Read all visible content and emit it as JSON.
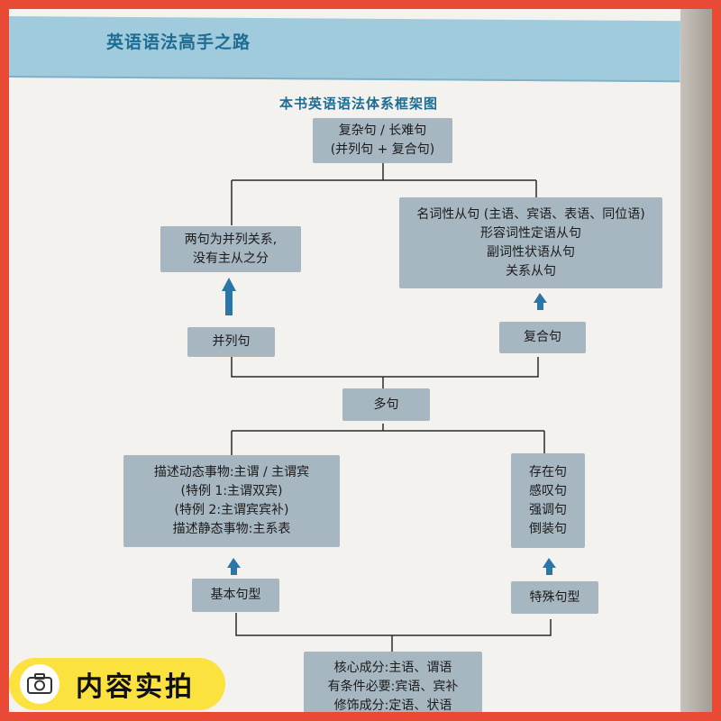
{
  "header": {
    "title": "英语语法高手之路"
  },
  "diagram": {
    "title": "本书英语语法体系框架图",
    "top": [
      "复杂句 / 长难句",
      "(并列句 + 复合句)"
    ],
    "parallel_result": [
      "两句为并列关系,",
      "没有主从之分"
    ],
    "clauses": [
      "名词性从句 (主语、宾语、表语、同位语)",
      "形容词性定语从句",
      "副词性状语从句",
      "关系从句"
    ],
    "parallel": "并列句",
    "compound": "复合句",
    "multi": "多句",
    "basic_content": [
      "描述动态事物:主谓 / 主谓宾",
      "(特例 1:主谓双宾)",
      "(特例 2:主谓宾宾补)",
      "描述静态事物:主系表"
    ],
    "special_content": [
      "存在句",
      "感叹句",
      "强调句",
      "倒装句"
    ],
    "basic": "基本句型",
    "special": "特殊句型",
    "core": [
      "核心成分:主语、谓语",
      "有条件必要:宾语、宾补",
      "修饰成分:定语、状语"
    ]
  },
  "stamp": {
    "label": "内容实拍",
    "icon": "camera-icon"
  },
  "colors": {
    "box": "#a7b7c2",
    "accent": "#1f6c92",
    "band": "#9fcbdc",
    "stamp": "#fbe23f"
  }
}
